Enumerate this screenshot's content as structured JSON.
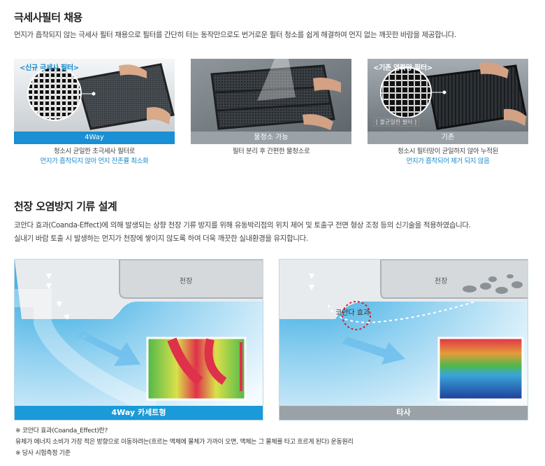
{
  "section1": {
    "title": "극세사필터 채용",
    "description": "먼지가 흡착되지 않는 극세사 필터 채용으로 필터를 간단히 터는 동작만으로도 번거로운 필터 청소를 쉽게 해결하여 먼지 없는 깨끗한 바람을 제공합니다."
  },
  "filters": [
    {
      "tag": "<신규 극세사 필터>",
      "bar": "4Way",
      "bar_color": "#1a8fd3",
      "caption_lines": [
        "청소시 균일한 초극세사 필터로",
        "먼지가 흡착되지 않아 먼지 잔존률 최소화"
      ]
    },
    {
      "tag": "",
      "bar": "물청소 가능",
      "bar_color": "#9aa2a8",
      "caption_lines": [
        "필터 분리 후 간편한 물청소로"
      ]
    },
    {
      "tag": "<기존 염화망 필터>",
      "sub": "[ 불균일한 필터 ]",
      "bar": "기존",
      "bar_color": "#9aa2a8",
      "caption_lines": [
        "청소시 필터망이 균일하지 않아 누적된",
        "먼지가 흡착되어 제거 되지 않음"
      ]
    }
  ],
  "section2": {
    "title": "천장 오염방지 기류 설계",
    "description_lines": [
      "코안다 효과(Coanda-Effect)에 의해 발생되는 상향 천장 기류 방지를 위해 유동박리점의 위치 제어 및 토출구 전면 형상 조정 등의 신기술을 적용하였습니다.",
      "실내기 바람 토출 시 발생하는 먼지가 천장에 쌓이지 않도록 하여 더욱 깨끗한 실내환경을 유지합니다."
    ]
  },
  "diagrams": [
    {
      "ceiling_label": "천장",
      "bar": "4Way 카세트형",
      "bar_color": "#1a9ad8"
    },
    {
      "ceiling_label": "천장",
      "bar": "타사",
      "bar_color": "#9aa2a8",
      "annotation": "코안다 효과"
    }
  ],
  "notes": [
    "※ 코안다 효과(Coanda_Effect)란?",
    "   유체가 에너지 소비가 가장 적은 방향으로 이동하려는(흐르는 액체에 물체가 가까이 오면, 액체는 그 물체를 타고 흐르게 된다) 운동원리",
    "※ 당사 시험측정 기준"
  ],
  "colors": {
    "accent_blue": "#1789c8",
    "bar_gray": "#9aa2a8"
  }
}
